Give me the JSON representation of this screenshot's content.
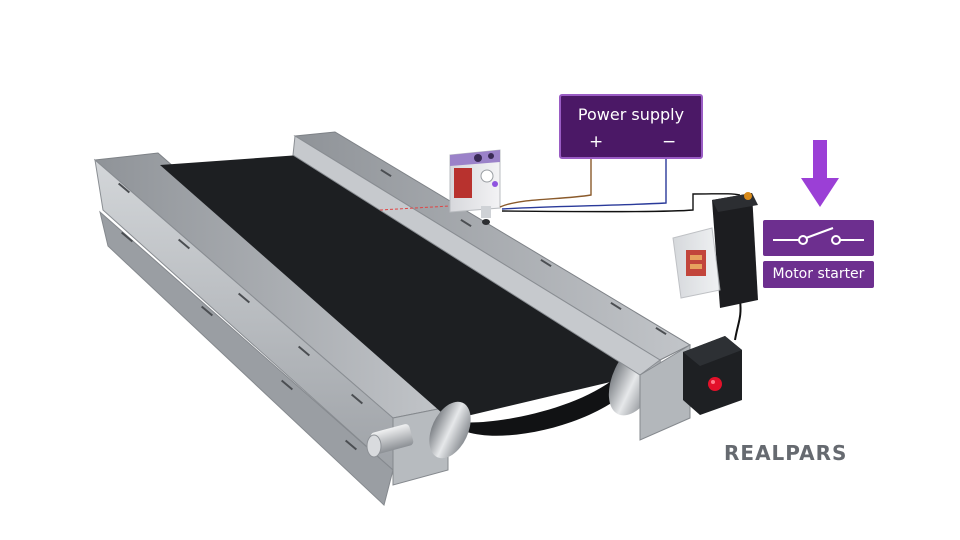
{
  "power_supply": {
    "title": "Power supply",
    "plus": "+",
    "minus": "−"
  },
  "motor_starter": {
    "label": "Motor starter"
  },
  "logo": {
    "text": "REALPARS"
  },
  "colors": {
    "accent_purple": "#6d2f8f",
    "dark_purple": "#4b1866",
    "arrow_purple": "#9b3fd6",
    "belt": "#1d1f22",
    "frame": "#a9adb2",
    "wire_brown": "#8a5a2b",
    "wire_blue": "#2a3a9a",
    "wire_black": "#111111"
  },
  "icons": {
    "arrow": "arrow-down-icon",
    "switch": "open-switch-icon"
  }
}
